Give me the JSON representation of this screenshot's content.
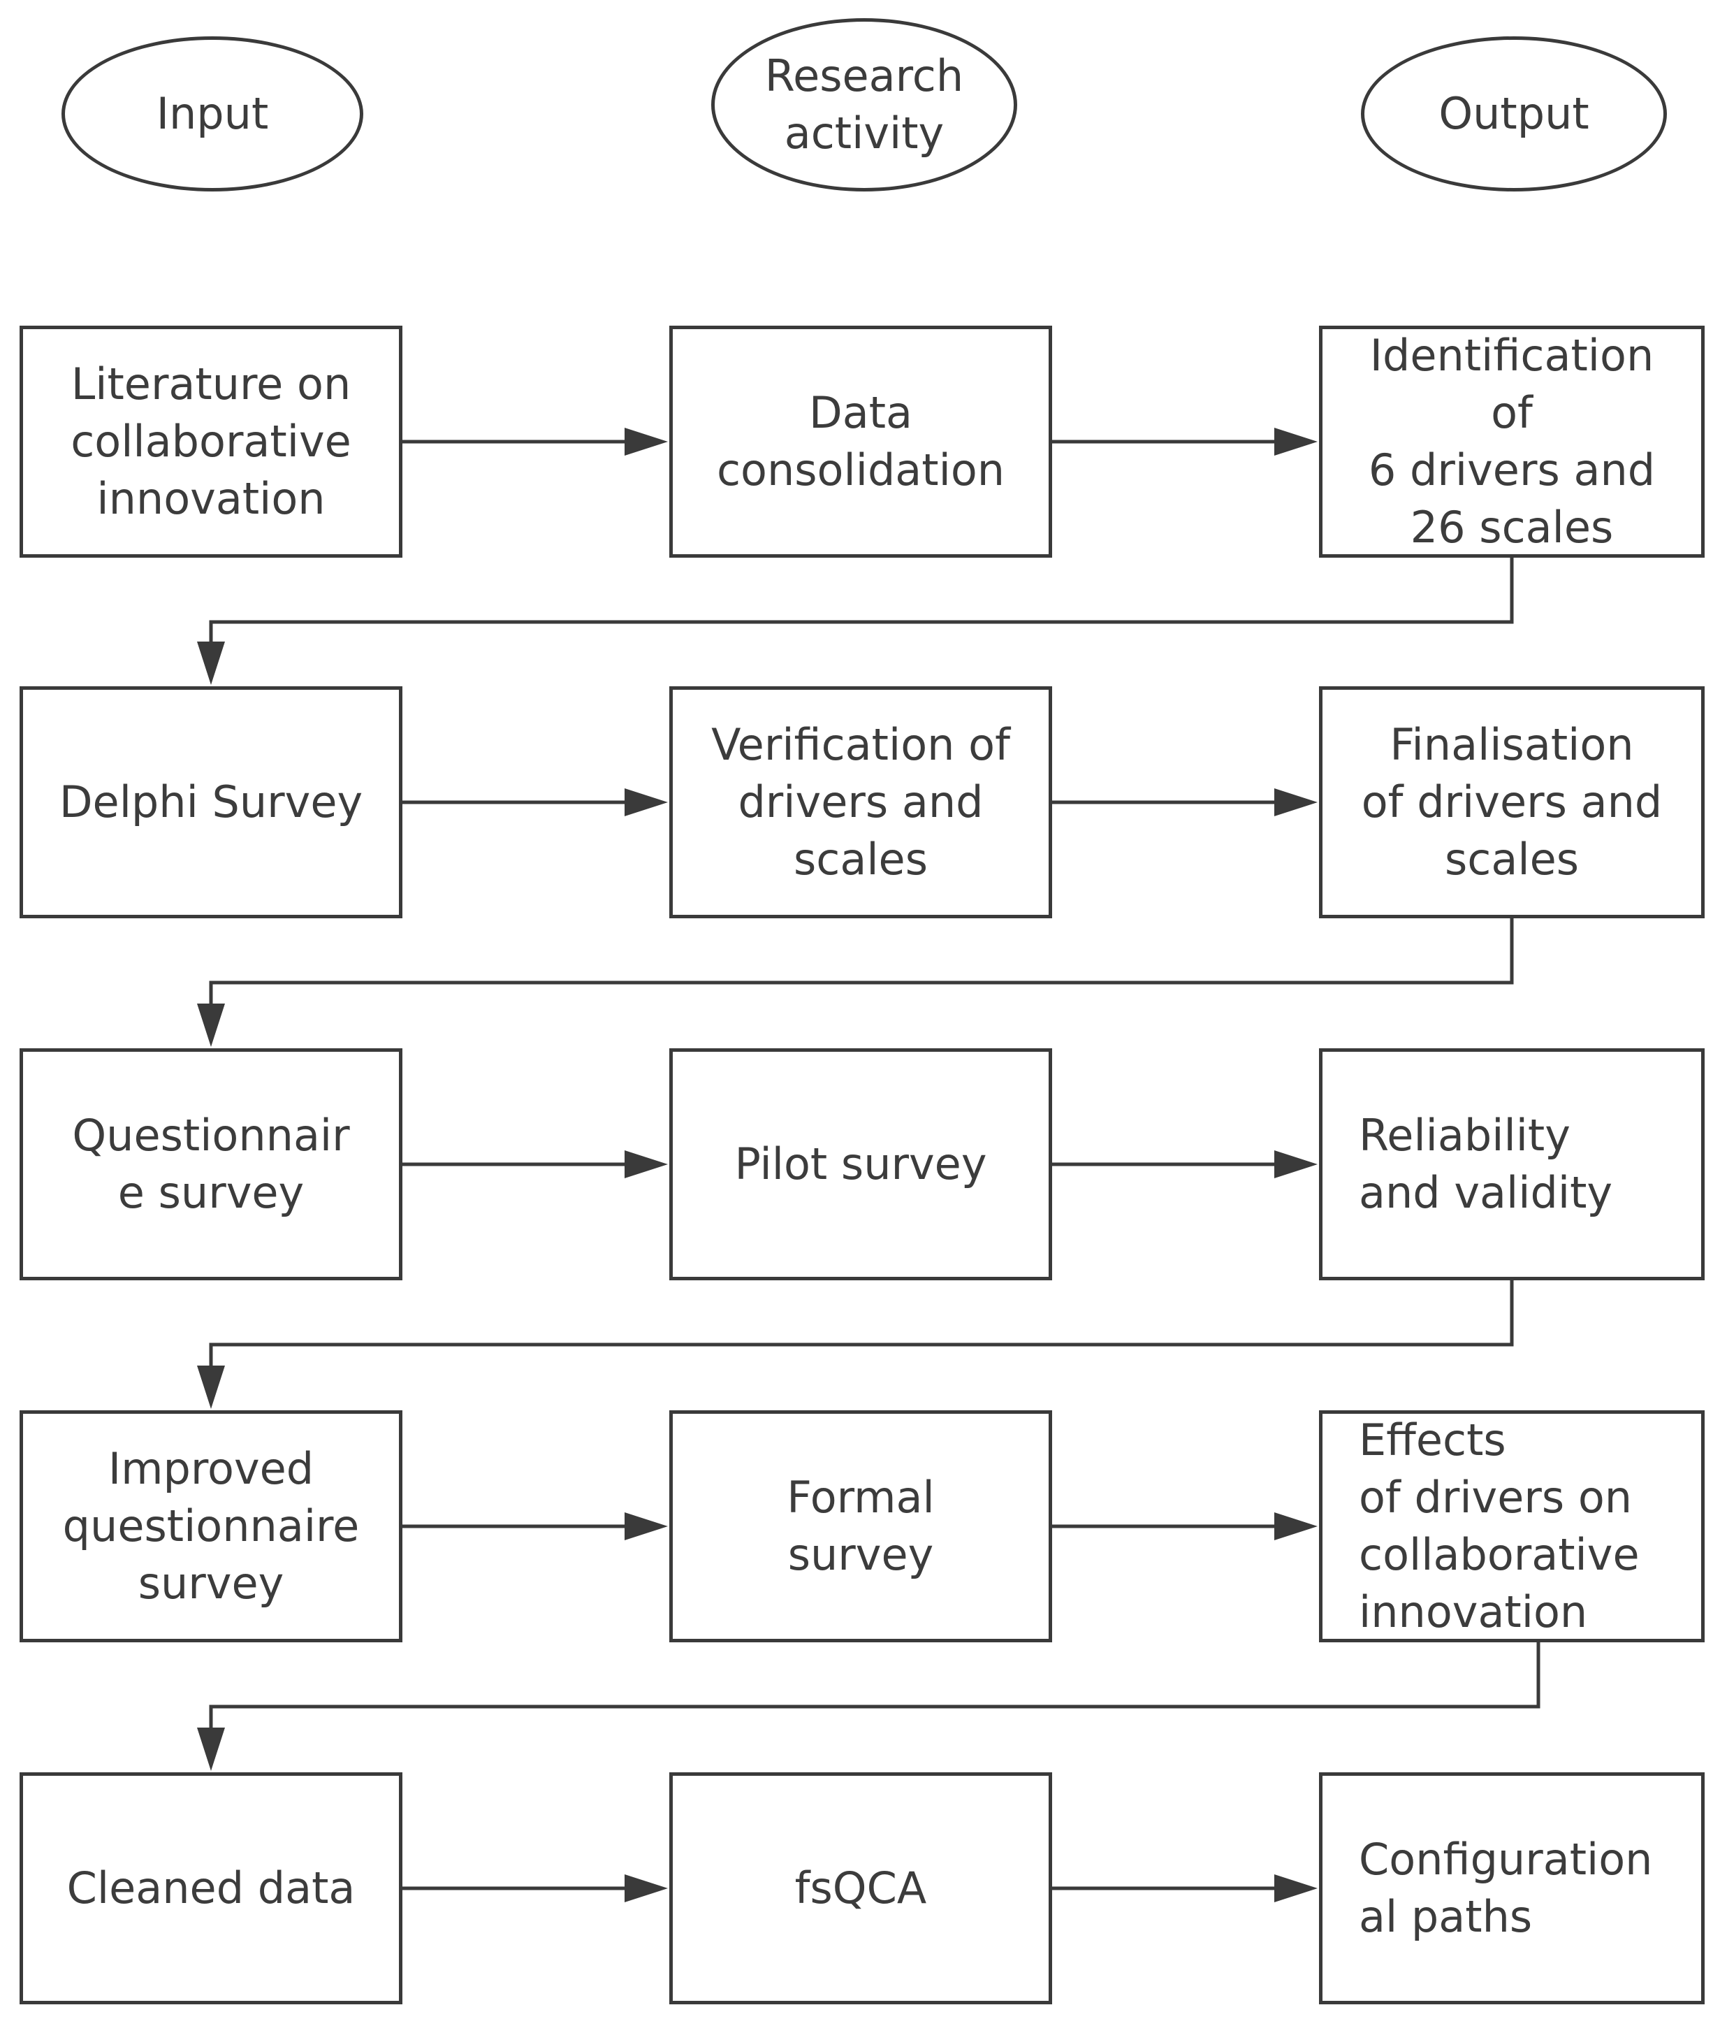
{
  "headers": {
    "input": "Input",
    "activity": "Research\nactivity",
    "output": "Output"
  },
  "rows": [
    {
      "input": "Literature on\ncollaborative\ninnovation",
      "activity": "Data\nconsolidation",
      "output": "Identification\nof\n6 drivers and\n26 scales"
    },
    {
      "input": "Delphi Survey",
      "activity": "Verification of\ndrivers and\nscales",
      "output": "Finalisation\nof drivers and\nscales"
    },
    {
      "input": "Questionnair\ne survey",
      "activity": "Pilot survey",
      "output": "Reliability\nand validity"
    },
    {
      "input": "Improved\nquestionnaire\nsurvey",
      "activity": "Formal\nsurvey",
      "output": "Effects\nof drivers on\ncollaborative\ninnovation"
    },
    {
      "input": "Cleaned data",
      "activity": "fsQCA",
      "output": "Configuration\nal paths"
    }
  ],
  "colors": {
    "line": "#3a3a3a",
    "text": "#3c3c3c",
    "background": "#ffffff"
  }
}
